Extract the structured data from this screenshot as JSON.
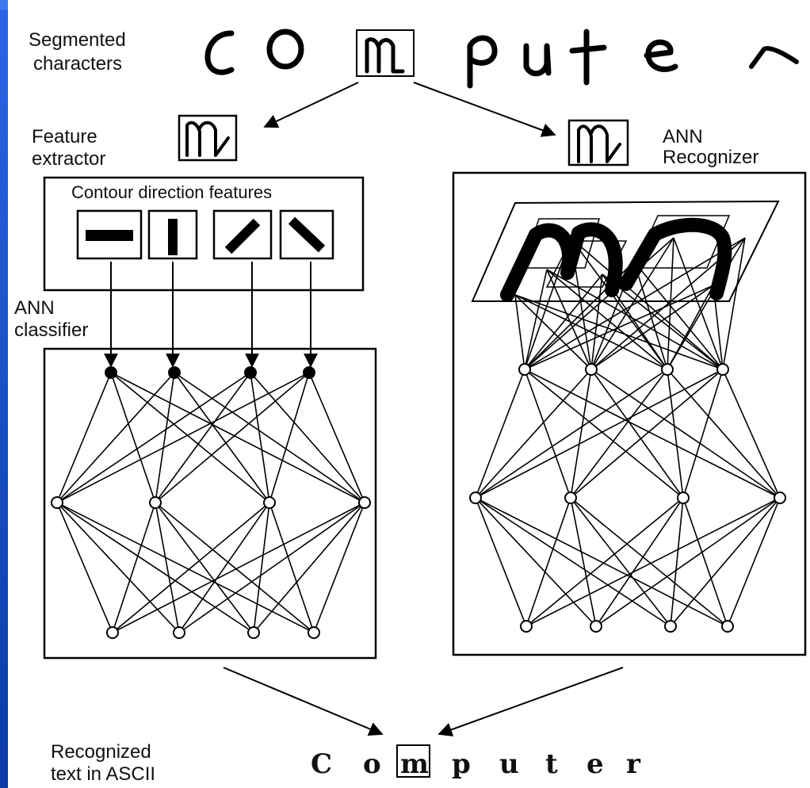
{
  "labels": {
    "segmented_line1": "Segmented",
    "segmented_line2": "characters",
    "feature_line1": "Feature",
    "feature_line2": "extractor",
    "ann_recognizer_line1": "ANN",
    "ann_recognizer_line2": "Recognizer",
    "contour_features": "Contour direction features",
    "ann_classifier_line1": "ANN",
    "ann_classifier_line2": "classifier",
    "recognized_line1": "Recognized",
    "recognized_line2": "text in ASCII"
  },
  "ascii_output": [
    "C",
    "o",
    "m",
    "p",
    "u",
    "t",
    "e",
    "r"
  ],
  "ascii_highlight_index": 2,
  "handwritten_word": "Computer",
  "boxed_character": "m",
  "contour_directions": [
    "horizontal",
    "vertical",
    "diagonal-up",
    "diagonal-down"
  ],
  "colors": {
    "slide_border": "#1a4fc2",
    "ink": "#000000",
    "paper": "#ffffff"
  }
}
